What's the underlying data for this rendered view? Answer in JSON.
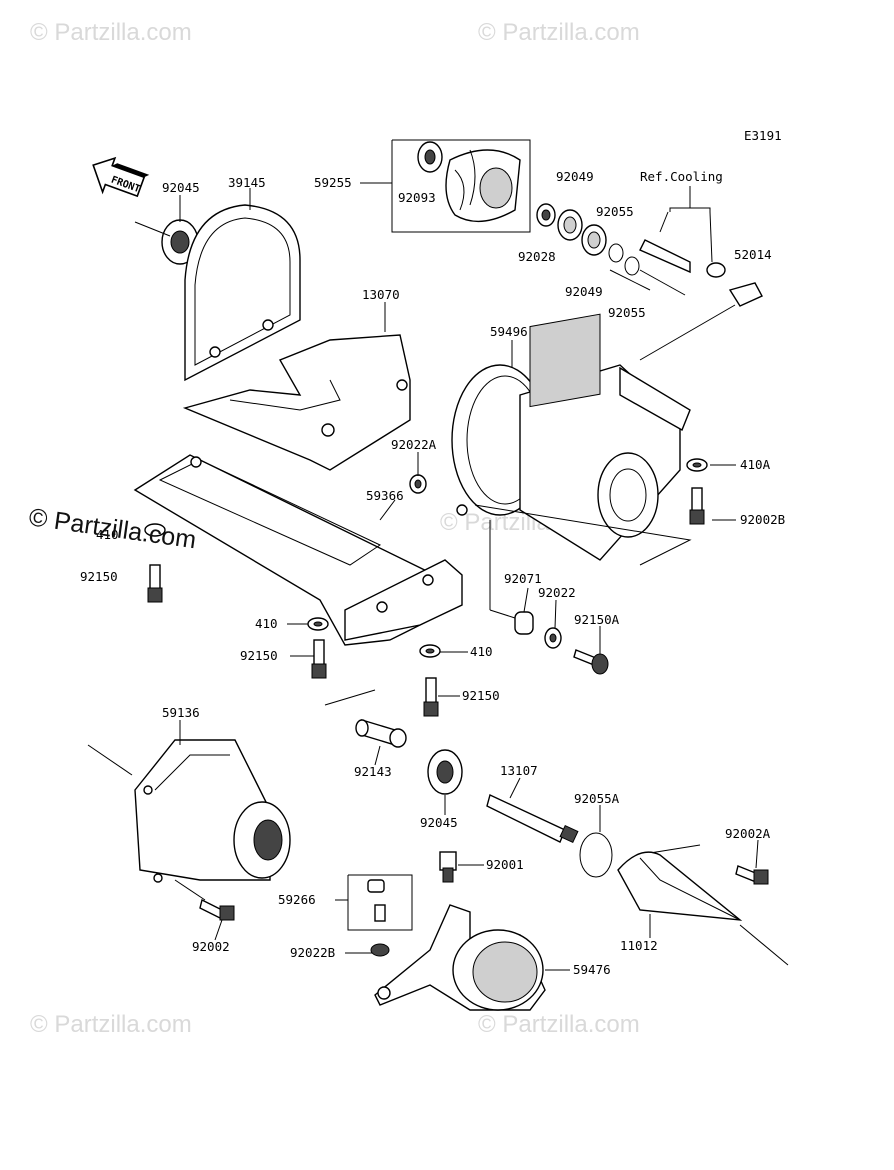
{
  "diagram_code": "E3191",
  "ref_note": "Ref.Cooling",
  "front_arrow_label": "FRONT",
  "watermarks": {
    "faint": "© Partzilla.com",
    "dark": "© Partzilla.com"
  },
  "part_labels": [
    {
      "id": "p92045a",
      "text": "92045"
    },
    {
      "id": "p39145",
      "text": "39145"
    },
    {
      "id": "p59255",
      "text": "59255"
    },
    {
      "id": "p92093",
      "text": "92093"
    },
    {
      "id": "p92049a",
      "text": "92049"
    },
    {
      "id": "p92055a",
      "text": "92055"
    },
    {
      "id": "p92028",
      "text": "92028"
    },
    {
      "id": "p92049b",
      "text": "92049"
    },
    {
      "id": "p92055b",
      "text": "92055"
    },
    {
      "id": "p52014",
      "text": "52014"
    },
    {
      "id": "p13070",
      "text": "13070"
    },
    {
      "id": "p59496",
      "text": "59496"
    },
    {
      "id": "p410A",
      "text": "410A"
    },
    {
      "id": "p92022A",
      "text": "92022A"
    },
    {
      "id": "p59366",
      "text": "59366"
    },
    {
      "id": "p92002B",
      "text": "92002B"
    },
    {
      "id": "p410a",
      "text": "410"
    },
    {
      "id": "p92150a",
      "text": "92150"
    },
    {
      "id": "p92071",
      "text": "92071"
    },
    {
      "id": "p92022",
      "text": "92022"
    },
    {
      "id": "p92150A",
      "text": "92150A"
    },
    {
      "id": "p410b",
      "text": "410"
    },
    {
      "id": "p92150b",
      "text": "92150"
    },
    {
      "id": "p410c",
      "text": "410"
    },
    {
      "id": "p92150c",
      "text": "92150"
    },
    {
      "id": "p59136",
      "text": "59136"
    },
    {
      "id": "p92143",
      "text": "92143"
    },
    {
      "id": "p13107",
      "text": "13107"
    },
    {
      "id": "p92045b",
      "text": "92045"
    },
    {
      "id": "p92055A",
      "text": "92055A"
    },
    {
      "id": "p92002A",
      "text": "92002A"
    },
    {
      "id": "p92001",
      "text": "92001"
    },
    {
      "id": "p59266",
      "text": "59266"
    },
    {
      "id": "p92002",
      "text": "92002"
    },
    {
      "id": "p92022B",
      "text": "92022B"
    },
    {
      "id": "p59476",
      "text": "59476"
    },
    {
      "id": "p11012",
      "text": "11012"
    }
  ]
}
